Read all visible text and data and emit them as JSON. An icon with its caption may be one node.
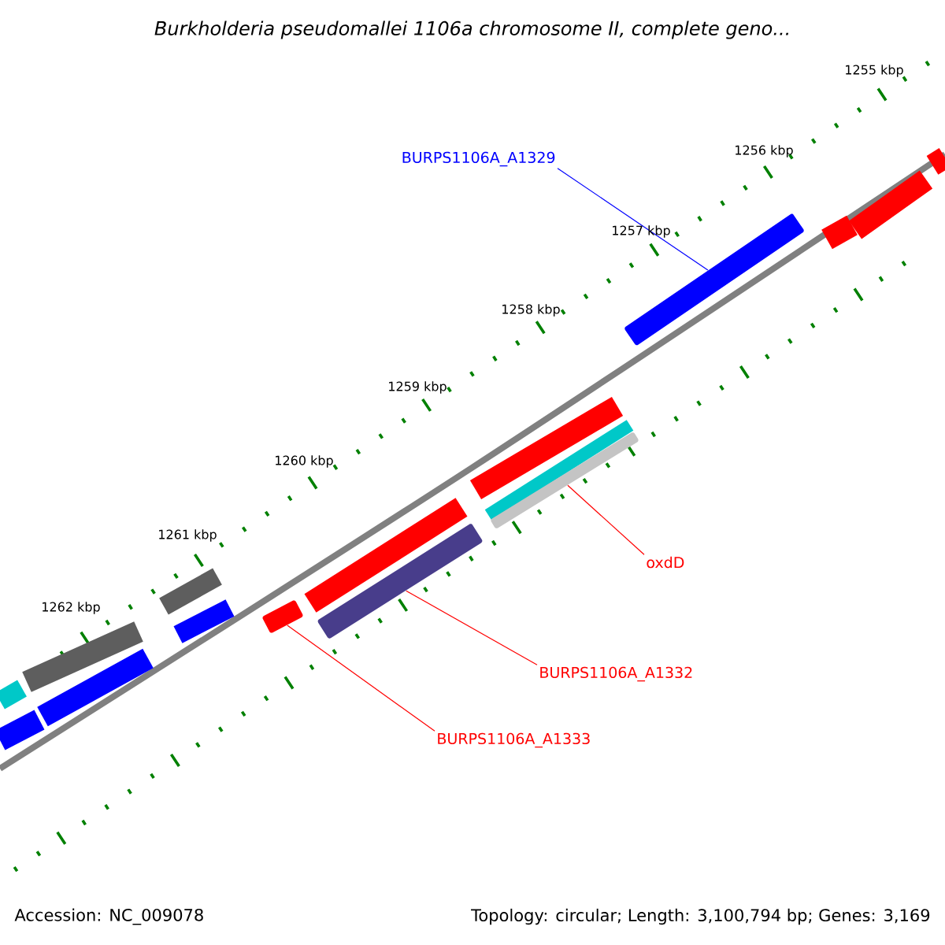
{
  "diagram": {
    "title": "*Burkholderia pseudomallei* 1106a chromosome II, complete geno...",
    "nodes": [
      {
        "text": [
          "BURPS1106A_A1329"
        ]
      },
      {
        "text": [],
        "shape": "bar"
      },
      {
        "text": [
          "oxdD"
        ]
      },
      {
        "text": [],
        "shape": "bar"
      },
      {
        "text": [
          "BURPS1106A_A1332"
        ]
      },
      {
        "text": [],
        "shape": "bar"
      },
      {
        "text": [
          "BURPS1106A_A1333"
        ]
      },
      {
        "text": [],
        "shape": "bar"
      }
    ],
    "edges": [
      {
        "from": 0,
        "to": 1,
        "arrow": "none",
        "color": "#0000ff"
      },
      {
        "from": 2,
        "to": 3,
        "arrow": "none"
      },
      {
        "from": 4,
        "to": 5,
        "arrow": "none"
      },
      {
        "from": 6,
        "to": 7,
        "arrow": "none"
      }
    ],
    "labels": [
      "1255 kbp",
      "1256 kbp",
      "1257 kbp",
      "1258 kbp",
      "1259 kbp",
      "1260 kbp",
      "1261 kbp",
      "1262 kbp",
      "Accession: NC_009078",
      "Topology: circular; Length: 3,100,794 bp; Genes: 3,169"
    ]
  }
}
